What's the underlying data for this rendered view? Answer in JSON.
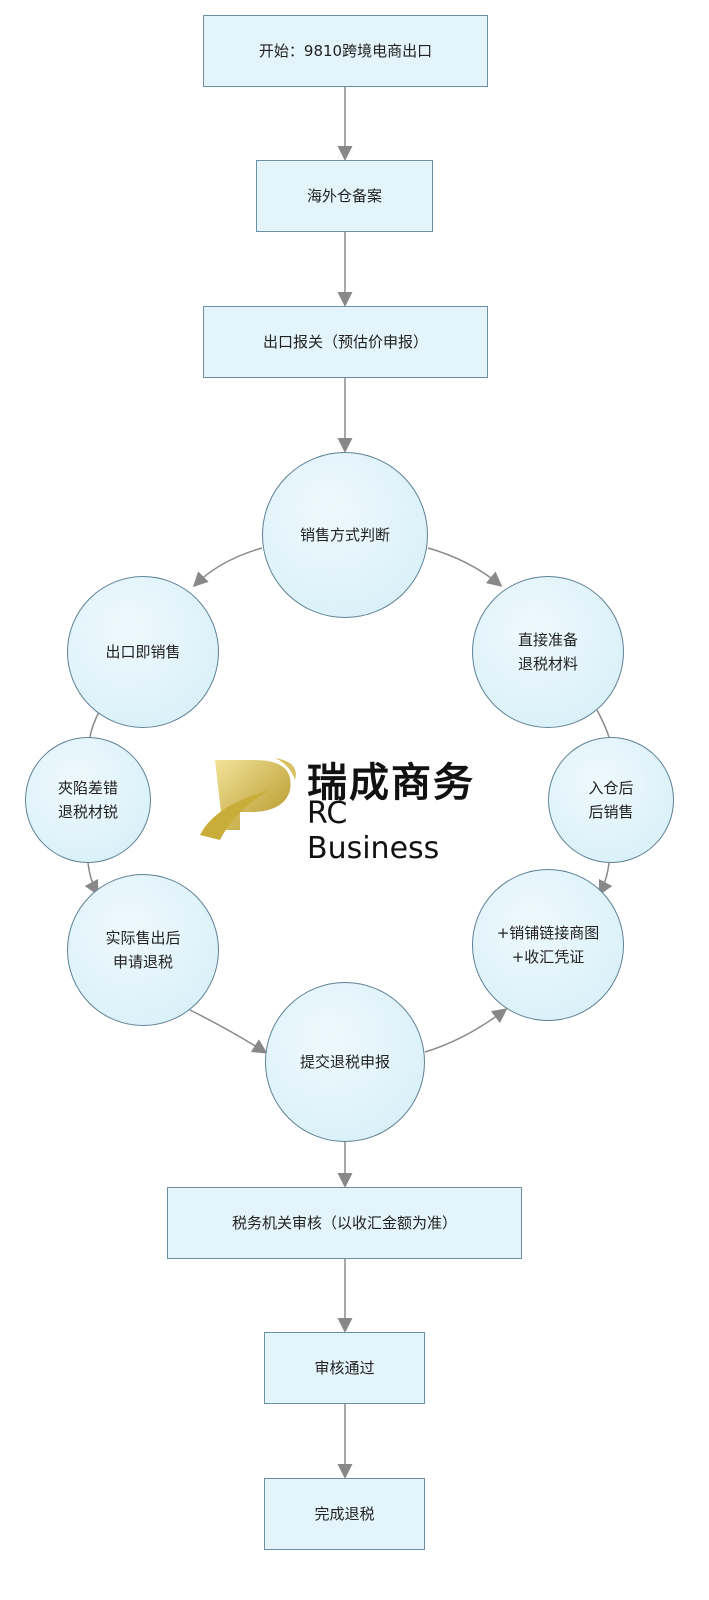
{
  "nodes": {
    "start": "开始：9810跨境电商出口",
    "overseas_warehouse": "海外仓备案",
    "customs": "出口报关（预估价申报）",
    "judge": "销售方式判断",
    "export_sale": "出口即销售",
    "prepare_material_1": "直接准备",
    "prepare_material_2": "退税材料",
    "left_mid_1": "夾陷差错",
    "left_mid_2": "退税材锐",
    "right_mid_1": "入仓后",
    "right_mid_2": "后销售",
    "actual_sale_1": "实际售出后",
    "actual_sale_2": "申请退税",
    "links_1": "+销铺链接商图",
    "links_2": "+收汇凭证",
    "submit": "提交退税申报",
    "review": "税务机关审核（以收汇金额为准）",
    "approved": "审核通过",
    "done": "完成退税"
  },
  "logo": {
    "cn": "瑞成商务",
    "en": "RC Business"
  }
}
